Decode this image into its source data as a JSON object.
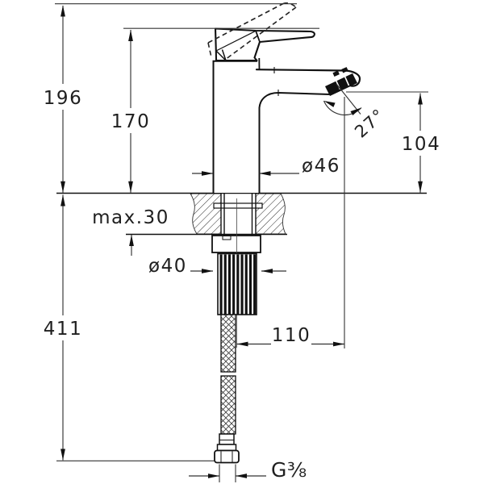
{
  "drawing": {
    "labels": {
      "height_total": "196",
      "height_body": "170",
      "spout_height": "104",
      "spout_angle": "27°",
      "body_diameter": "ø46",
      "deck_thickness": "max.30",
      "shank_diameter": "ø40",
      "below_deck_length": "411",
      "spout_reach": "110",
      "thread_size": "G⅜"
    },
    "colors": {
      "background": "#ffffff",
      "ink": "#111111",
      "dimension_lines": "#333333",
      "text": "#1f1f1f"
    }
  }
}
